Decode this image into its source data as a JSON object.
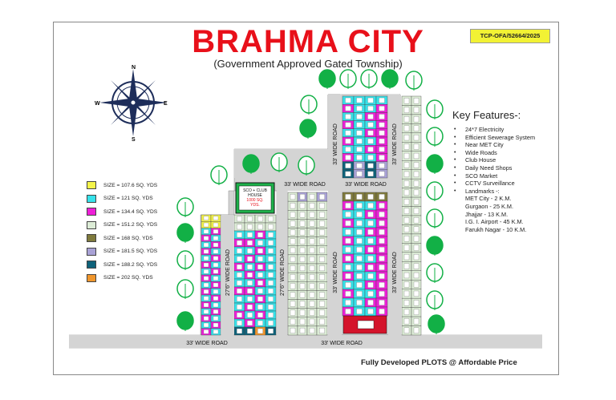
{
  "header": {
    "title": "BRAHMA CITY",
    "subtitle": "(Government Approved Gated Township)",
    "tcp_code": "TCP-OFA/52664/2025"
  },
  "compass": {
    "n": "N",
    "e": "E",
    "s": "S",
    "w": "W"
  },
  "legend": [
    {
      "label": "SIZE = 107.6 SQ. YDS",
      "color": "#f4f44a"
    },
    {
      "label": "SIZE = 121 SQ. YDS",
      "color": "#36e2ea"
    },
    {
      "label": "SIZE = 134.4 SQ. YDS",
      "color": "#ee1fd8"
    },
    {
      "label": "SIZE = 151.2 SQ. YDS",
      "color": "#dcecd6"
    },
    {
      "label": "SIZE = 168 SQ. YDS",
      "color": "#7f7a3c"
    },
    {
      "label": "SIZE = 181.5 SQ. YDS",
      "color": "#a9a2d6"
    },
    {
      "label": "SIZE = 188.2 SQ. YDS",
      "color": "#0e627a"
    },
    {
      "label": "SIZE = 202 SQ. YDS",
      "color": "#f0962c"
    }
  ],
  "features": {
    "heading": "Key Features-:",
    "items": [
      "24*7 Electricity",
      "Efficient Sewerage System",
      "Near MET City",
      "Wide Roads",
      "Club House",
      "Daily Need Shops",
      "SCO Market",
      "CCTV Surveillance",
      "Landmarks -:"
    ],
    "landmarks": [
      "MET City - 2 K.M.",
      "Gurgaon - 25 K.M.",
      "Jhajjar - 13 K.M.",
      "I.G. I. Airport - 45 K.M.",
      "Farukh Nagar - 10 K.M."
    ]
  },
  "roads": {
    "wide33": "33' WIDE ROAD",
    "wide27": "27'6\" WIDE ROAD"
  },
  "club": {
    "line1": "SCO + CLUB",
    "line2": "HOUSE",
    "line3": "1000 SQ.",
    "line4": "YDS."
  },
  "footer": "Fully Developed PLOTS @ Affordable Price"
}
